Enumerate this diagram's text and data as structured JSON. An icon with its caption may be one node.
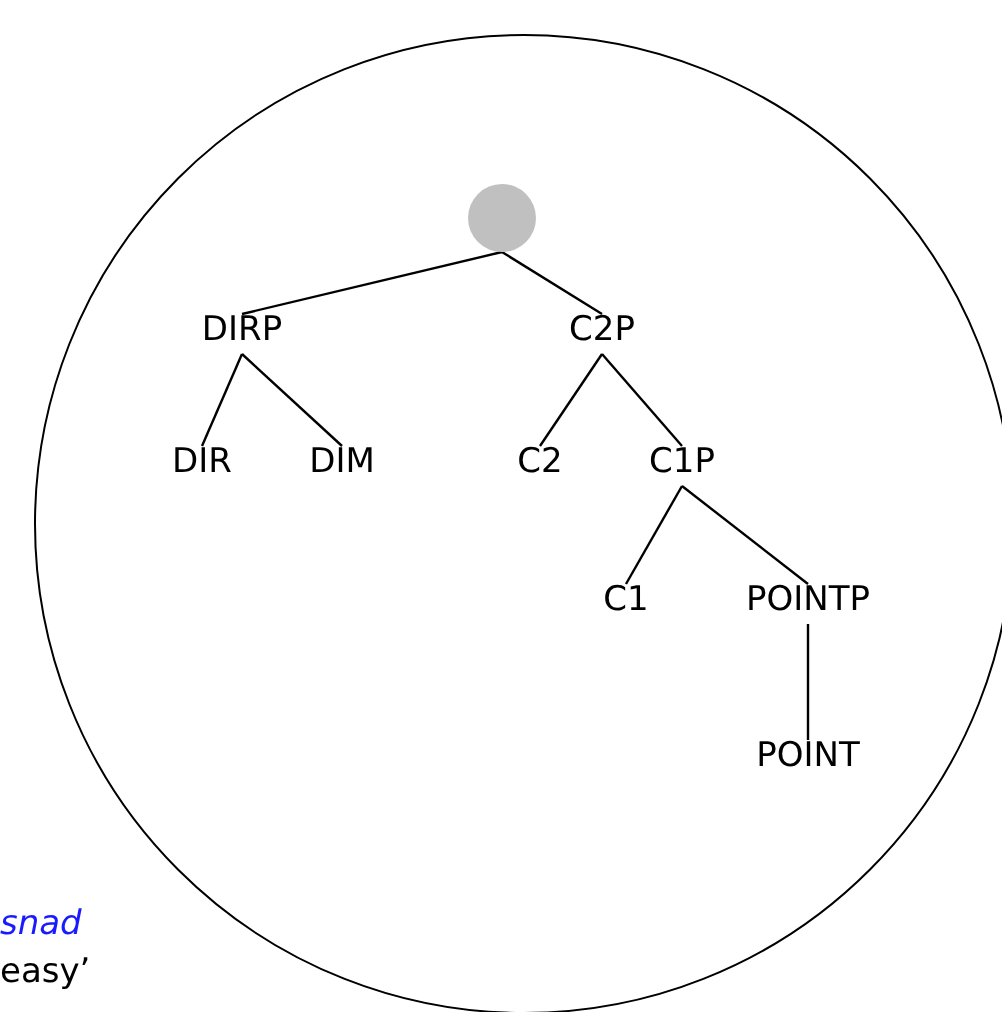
{
  "diagram": {
    "nodes": [
      {
        "text": [],
        "shape": "circle"
      },
      {
        "text": [],
        "shape": "circle",
        "in": 0
      },
      {
        "text": [
          "DIRP"
        ],
        "in": 0
      },
      {
        "text": [
          "C2P"
        ],
        "in": 0
      },
      {
        "text": [
          "DIR"
        ],
        "in": 0
      },
      {
        "text": [
          "DIM"
        ],
        "in": 0
      },
      {
        "text": [
          "C2"
        ],
        "in": 0
      },
      {
        "text": [
          "C1P"
        ],
        "in": 0
      },
      {
        "text": [
          "C1"
        ],
        "in": 0
      },
      {
        "text": [
          "POINTP"
        ],
        "in": 0
      },
      {
        "text": [
          "POINT"
        ],
        "in": 0
      }
    ],
    "edges": [
      {
        "from": 1,
        "to": 2,
        "arrow": "none"
      },
      {
        "from": 1,
        "to": 3,
        "arrow": "none"
      },
      {
        "from": 2,
        "to": 4,
        "arrow": "none"
      },
      {
        "from": 2,
        "to": 5,
        "arrow": "none"
      },
      {
        "from": 3,
        "to": 6,
        "arrow": "none"
      },
      {
        "from": 3,
        "to": 7,
        "arrow": "none"
      },
      {
        "from": 7,
        "to": 8,
        "arrow": "none"
      },
      {
        "from": 7,
        "to": 9,
        "arrow": "none"
      },
      {
        "from": 9,
        "to": 10,
        "arrow": "none"
      }
    ],
    "labels": [
      "snad",
      "easy’"
    ]
  }
}
